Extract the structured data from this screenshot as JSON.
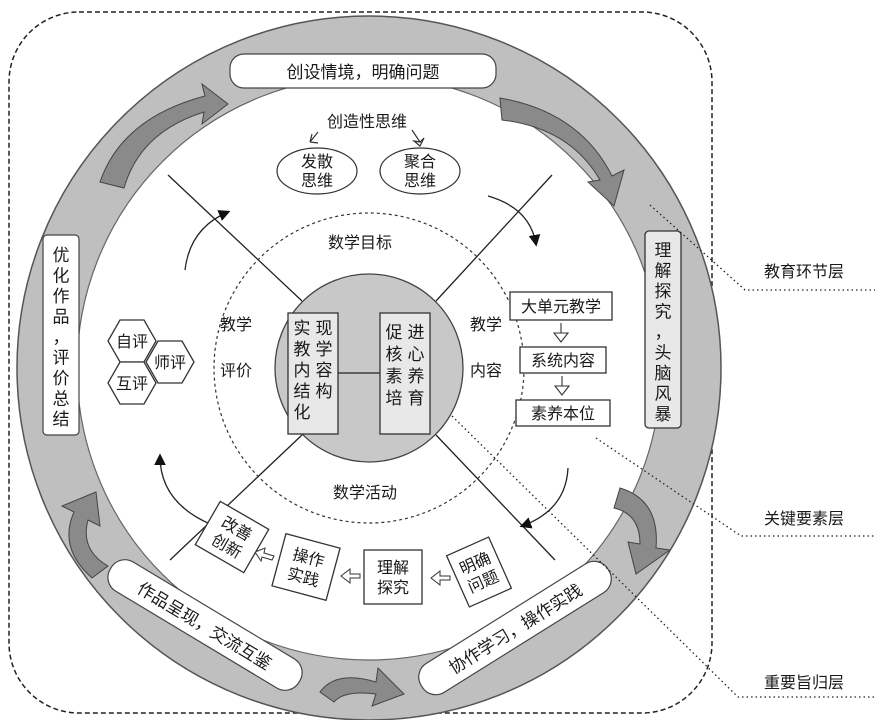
{
  "outer_ring": {
    "top": "创设情境，明确问题",
    "right": [
      "理",
      "解",
      "探",
      "究",
      "，",
      "头",
      "脑",
      "风",
      "暴"
    ],
    "left": [
      "优",
      "化",
      "作",
      "品",
      "，",
      "评",
      "价",
      "总",
      "结"
    ],
    "bottom_left": "作品呈现，交流互鉴",
    "bottom_right": "协作学习，操作实践"
  },
  "middle_ring": {
    "thinking_title": "创造性思维",
    "divergent": [
      "发散",
      "思维"
    ],
    "convergent": [
      "聚合",
      "思维"
    ],
    "unit_chain": [
      "大单元教学",
      "系统内容",
      "素养本位"
    ],
    "steps": [
      [
        "明确",
        "问题"
      ],
      [
        "理解",
        "探究"
      ],
      [
        "操作",
        "实践"
      ],
      [
        "改善",
        "创新"
      ]
    ],
    "evaluation": [
      "自评",
      "师评",
      "互评"
    ]
  },
  "inner_ring": {
    "top": "数学目标",
    "bottom": "数学活动",
    "left": [
      "教学",
      "评价"
    ],
    "right": [
      "教学",
      "内容"
    ]
  },
  "core": {
    "left_box": [
      [
        "实",
        "现"
      ],
      [
        "教",
        "学"
      ],
      [
        "内",
        "容"
      ],
      [
        "结",
        "构"
      ],
      [
        "化",
        ""
      ]
    ],
    "right_box": [
      [
        "促",
        "进"
      ],
      [
        "核",
        "心"
      ],
      [
        "素",
        "养"
      ],
      [
        "培",
        "育"
      ]
    ]
  },
  "layers": {
    "education_link": "教育环节层",
    "key_elements": "关键要素层",
    "core_purpose": "重要旨归层"
  }
}
